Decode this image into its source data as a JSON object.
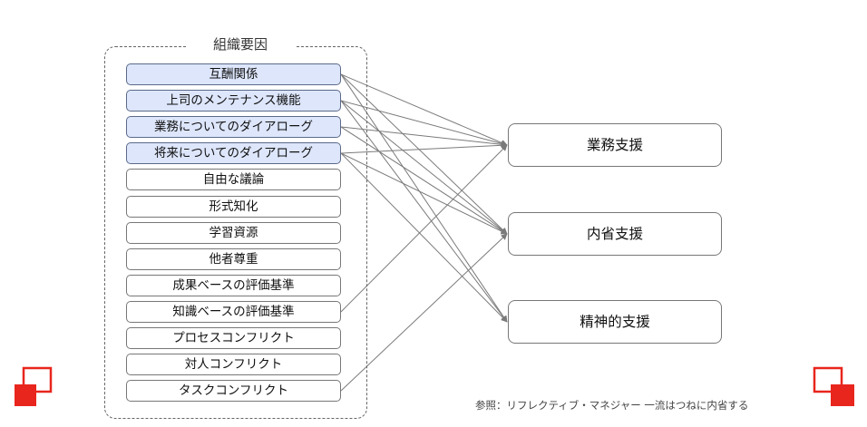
{
  "group": {
    "title": "組織要因"
  },
  "factors": [
    {
      "id": "f0",
      "label": "互酬関係",
      "highlight": true
    },
    {
      "id": "f1",
      "label": "上司のメンテナンス機能",
      "highlight": true
    },
    {
      "id": "f2",
      "label": "業務についてのダイアローグ",
      "highlight": true
    },
    {
      "id": "f3",
      "label": "将来についてのダイアローグ",
      "highlight": true
    },
    {
      "id": "f4",
      "label": "自由な議論",
      "highlight": false
    },
    {
      "id": "f5",
      "label": "形式知化",
      "highlight": false
    },
    {
      "id": "f6",
      "label": "学習資源",
      "highlight": false
    },
    {
      "id": "f7",
      "label": "他者尊重",
      "highlight": false
    },
    {
      "id": "f8",
      "label": "成果ベースの評価基準",
      "highlight": false
    },
    {
      "id": "f9",
      "label": "知識ベースの評価基準",
      "highlight": false
    },
    {
      "id": "f10",
      "label": "プロセスコンフリクト",
      "highlight": false
    },
    {
      "id": "f11",
      "label": "対人コンフリクト",
      "highlight": false
    },
    {
      "id": "f12",
      "label": "タスクコンフリクト",
      "highlight": false
    }
  ],
  "supports": [
    {
      "id": "s0",
      "label": "業務支援"
    },
    {
      "id": "s1",
      "label": "内省支援"
    },
    {
      "id": "s2",
      "label": "精神的支援"
    }
  ],
  "links": [
    [
      "f0",
      "s0"
    ],
    [
      "f0",
      "s1"
    ],
    [
      "f0",
      "s2"
    ],
    [
      "f1",
      "s0"
    ],
    [
      "f1",
      "s1"
    ],
    [
      "f1",
      "s2"
    ],
    [
      "f2",
      "s0"
    ],
    [
      "f2",
      "s1"
    ],
    [
      "f3",
      "s0"
    ],
    [
      "f3",
      "s1"
    ],
    [
      "f3",
      "s2"
    ],
    [
      "f9",
      "s0"
    ],
    [
      "f12",
      "s1"
    ]
  ],
  "reference": "参照：リフレクティブ・マネジャー 一流はつねに内省する",
  "colors": {
    "highlight": "#dde6fb",
    "logo_red": "#e8261d",
    "line": "#7a7a7a"
  }
}
